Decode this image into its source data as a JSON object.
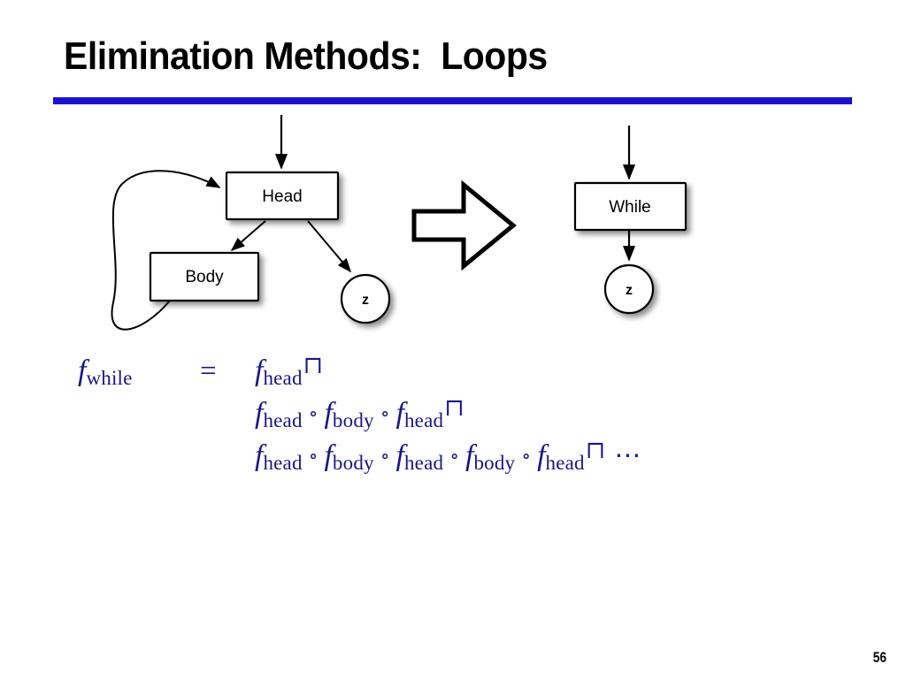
{
  "slide": {
    "title": "Elimination Methods:  Loops",
    "page_number": "56",
    "rule_color": "#1a10d0",
    "formula_color": "#181884"
  },
  "diagram_left": {
    "name": "loop-cfg",
    "nodes": [
      {
        "id": "head",
        "label": "Head",
        "shape": "rect"
      },
      {
        "id": "body",
        "label": "Body",
        "shape": "rect"
      },
      {
        "id": "z",
        "label": "z",
        "shape": "circle"
      }
    ],
    "edges": [
      {
        "from": "entry",
        "to": "head"
      },
      {
        "from": "head",
        "to": "body"
      },
      {
        "from": "head",
        "to": "z"
      },
      {
        "from": "body",
        "to": "head"
      }
    ]
  },
  "transform_arrow": {
    "name": "rightwards-block-arrow",
    "direction": "right"
  },
  "diagram_right": {
    "name": "while-cfg",
    "nodes": [
      {
        "id": "while",
        "label": "While",
        "shape": "rect"
      },
      {
        "id": "z",
        "label": "z",
        "shape": "circle"
      }
    ],
    "edges": [
      {
        "from": "entry",
        "to": "while"
      },
      {
        "from": "while",
        "to": "z"
      }
    ]
  },
  "formula": {
    "lhs": {
      "sym": "f",
      "sub": "while"
    },
    "equals": "=",
    "lines": [
      {
        "terms": [
          {
            "sym": "f",
            "sub": "head"
          }
        ],
        "ops": [],
        "trailing_meet": "⊓",
        "trailing_dots": ""
      },
      {
        "terms": [
          {
            "sym": "f",
            "sub": "head"
          },
          {
            "sym": "f",
            "sub": "body"
          },
          {
            "sym": "f",
            "sub": "head"
          }
        ],
        "ops": [
          "∘",
          "∘"
        ],
        "trailing_meet": "⊓",
        "trailing_dots": ""
      },
      {
        "terms": [
          {
            "sym": "f",
            "sub": "head"
          },
          {
            "sym": "f",
            "sub": "body"
          },
          {
            "sym": "f",
            "sub": "head"
          },
          {
            "sym": "f",
            "sub": "body"
          },
          {
            "sym": "f",
            "sub": "head"
          }
        ],
        "ops": [
          "∘",
          "∘",
          "∘",
          "∘"
        ],
        "trailing_meet": "⊓",
        "trailing_dots": "⋯"
      }
    ]
  }
}
